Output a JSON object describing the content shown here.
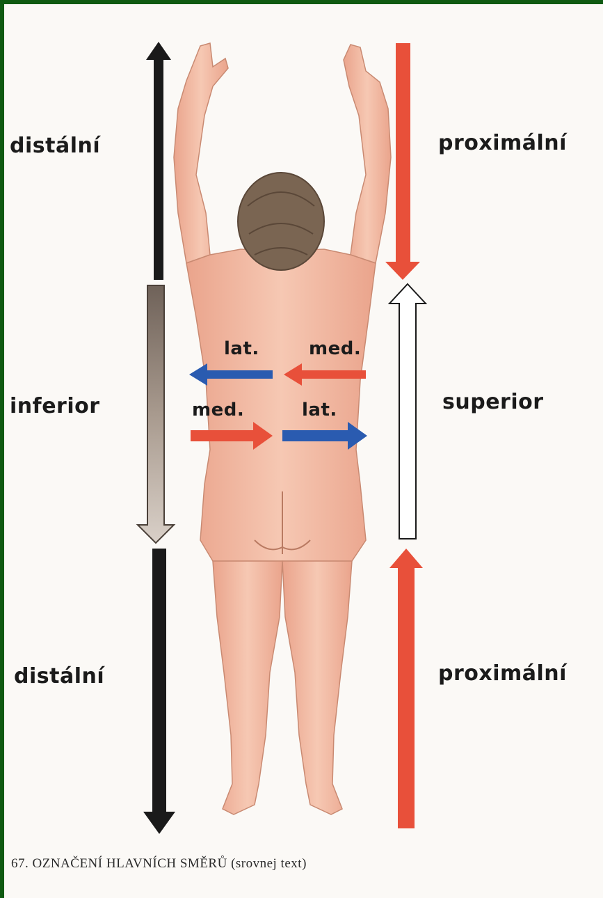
{
  "labels": {
    "top_left": "distální",
    "top_right": "proximální",
    "mid_left": "inferior",
    "mid_right": "superior",
    "bottom_left": "distální",
    "bottom_right": "proximální",
    "upper_lat": "lat.",
    "upper_med": "med.",
    "lower_med": "med.",
    "lower_lat": "lat."
  },
  "caption": "67. OZNAČENÍ HLAVNÍCH SMĚRŮ (srovnej text)",
  "colors": {
    "frame": "#0f5a12",
    "black_arrow": "#1a1a1a",
    "gray_arrow": "#a89a8e",
    "red_arrow": "#e8503a",
    "blue_arrow": "#2a5bb0",
    "skin": "#f2b9a1",
    "hair": "#7a6552"
  }
}
